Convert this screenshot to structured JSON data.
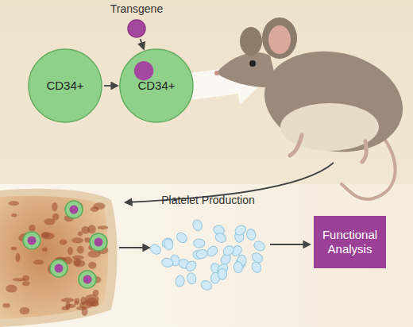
{
  "diagram": {
    "nodes": [
      {
        "text": [
          "Transgene"
        ]
      },
      {
        "text": [
          "CD34+"
        ]
      },
      {
        "text": [
          "CD34+"
        ]
      },
      {
        "text": [
          "Functional Analysis"
        ]
      }
    ],
    "edges": [
      {
        "from": 1,
        "to": 2,
        "arrow": "to"
      },
      {
        "from": 0,
        "to": 2,
        "arrow": "to"
      }
    ],
    "labels": [
      "Platelet Production"
    ]
  }
}
